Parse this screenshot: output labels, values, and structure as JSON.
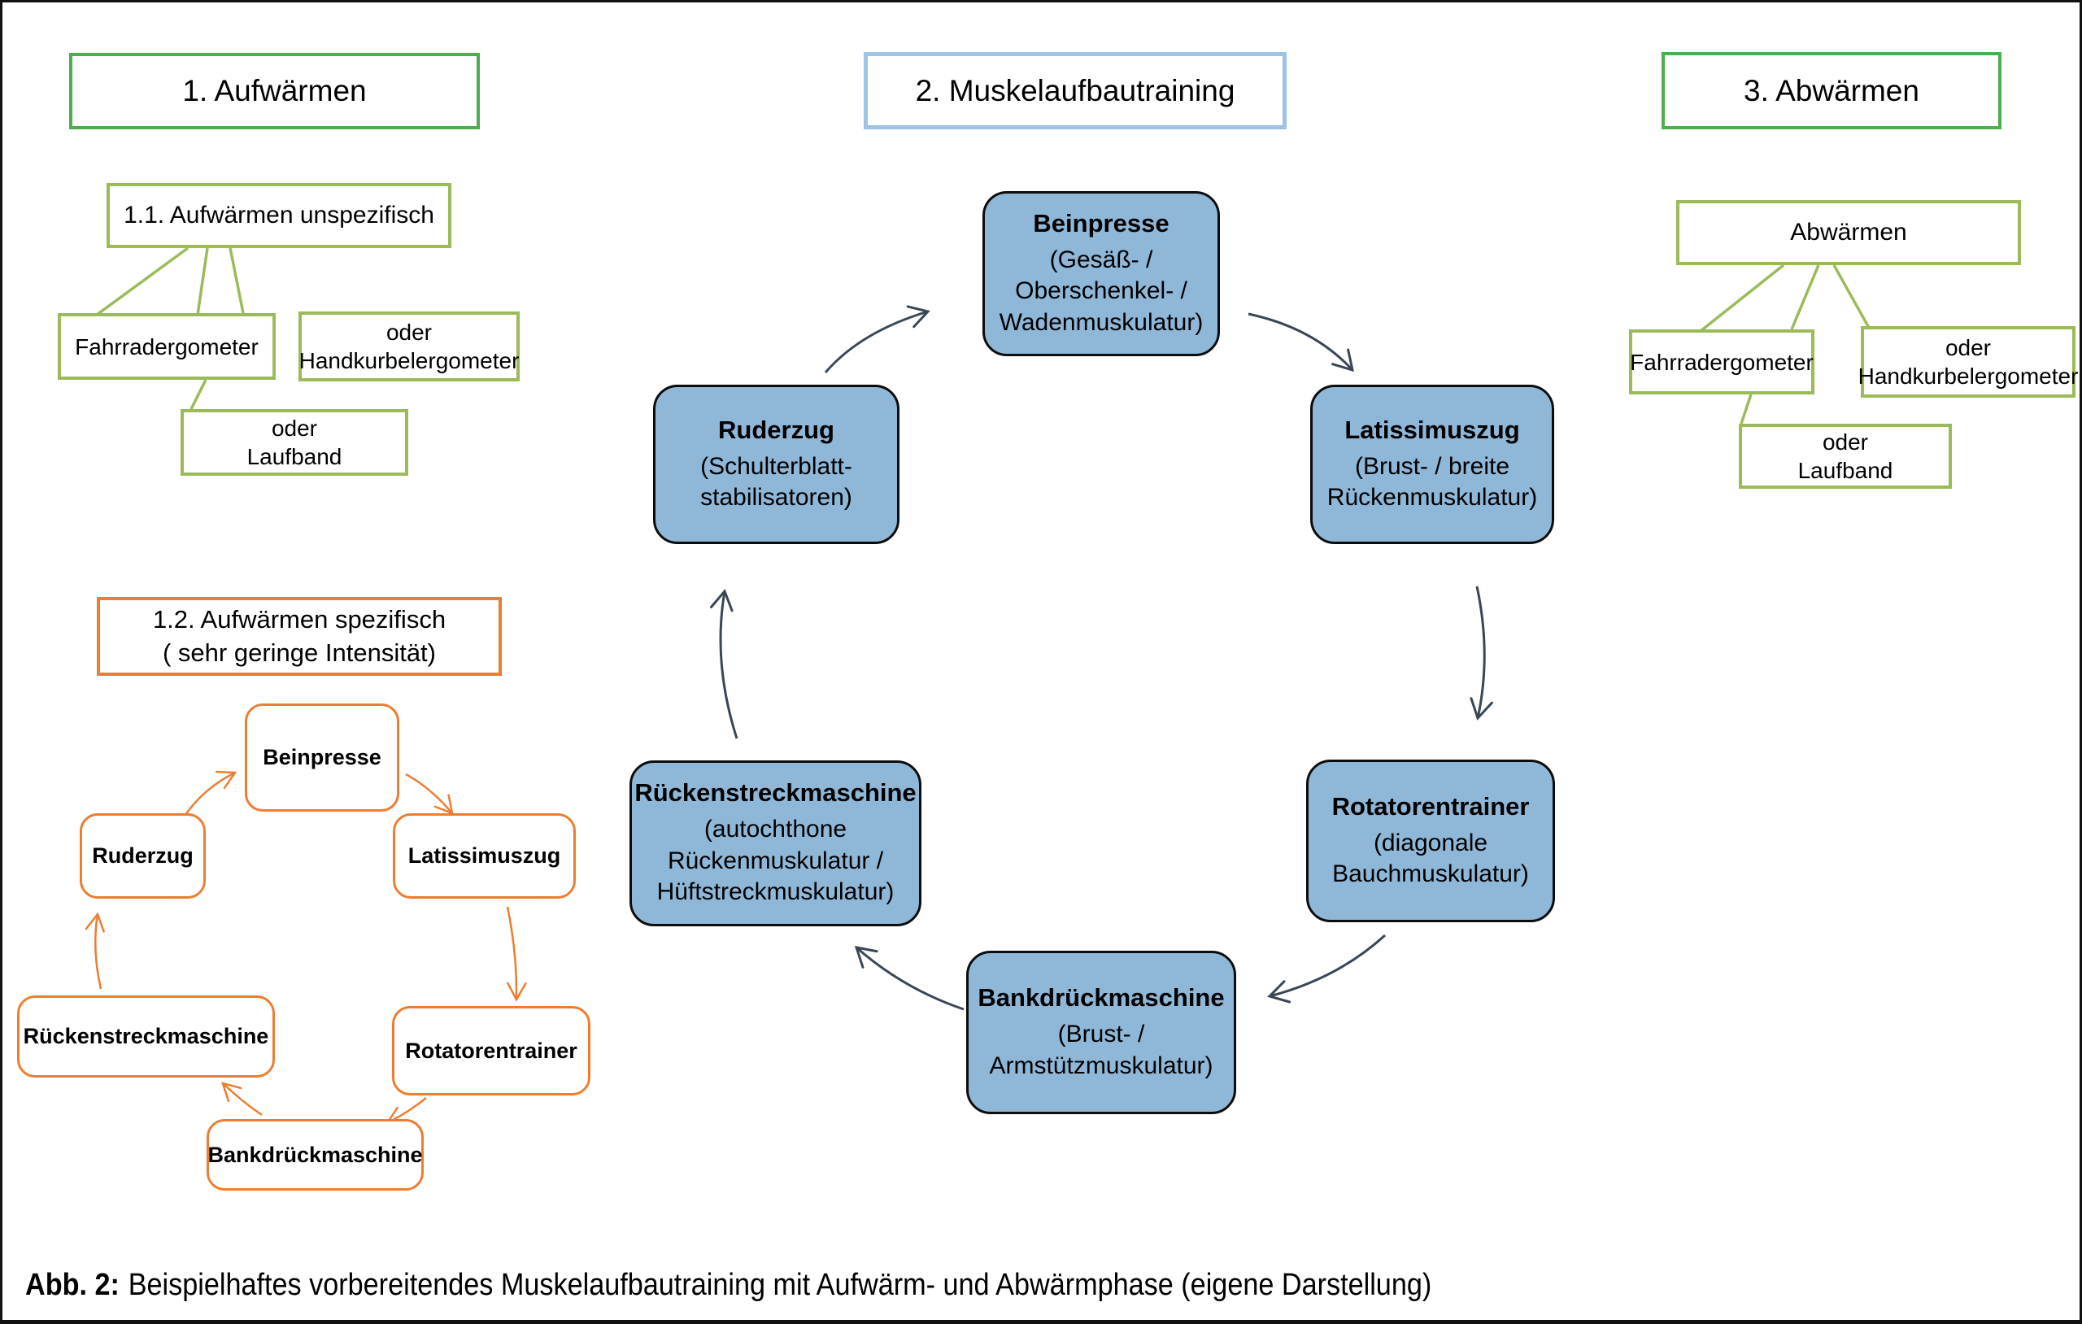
{
  "headers": {
    "warmup": "1. Aufwärmen",
    "training": "2. Muskelaufbautraining",
    "cooldown": "3. Abwärmen"
  },
  "warmup_unspecific": {
    "title": "1.1. Aufwärmen unspezifisch",
    "option_ergometer": "Fahrradergometer",
    "option_handcrank": "oder\nHandkurbelergometer",
    "option_treadmill": "oder\nLaufband"
  },
  "warmup_specific": {
    "title": "1.2. Aufwärmen spezifisch\n( sehr geringe Intensität)",
    "cycle": [
      "Beinpresse",
      "Latissimuszug",
      "Rotatorentrainer",
      "Bankdrückmaschine",
      "Rückenstreckmaschine",
      "Ruderzug"
    ]
  },
  "training_cycle": [
    {
      "name": "Beinpresse",
      "muscles": "(Gesäß- /\nOberschenkel- /\nWadenmuskulatur)"
    },
    {
      "name": "Latissimuszug",
      "muscles": "(Brust- / breite\nRückenmuskulatur)"
    },
    {
      "name": "Rotatorentrainer",
      "muscles": "(diagonale\nBauchmuskulatur)"
    },
    {
      "name": "Bankdrückmaschine",
      "muscles": "(Brust- /\nArmstützmuskulatur)"
    },
    {
      "name": "Rückenstreckmaschine",
      "muscles": "(autochthone\nRückenmuskulatur /\nHüftstreckmuskulatur)"
    },
    {
      "name": "Ruderzug",
      "muscles": "(Schulterblatt-\nstabilisatoren)"
    }
  ],
  "cooldown": {
    "title": "Abwärmen",
    "option_ergometer": "Fahrradergometer",
    "option_handcrank": "oder\nHandkurbelergometer",
    "option_treadmill": "oder\nLaufband"
  },
  "caption": {
    "label": "Abb. 2:",
    "text": "Beispielhaftes vorbereitendes Muskelaufbautraining mit Aufwärm- und Abwärmphase (eigene Darstellung)"
  },
  "colors": {
    "header_green": "#4cae4c",
    "olive_green": "#9bbb59",
    "orange": "#ed7d31",
    "blue_border": "#9dc3e6",
    "blue_fill": "#8fb7d8",
    "arrow_dark": "#384655"
  }
}
